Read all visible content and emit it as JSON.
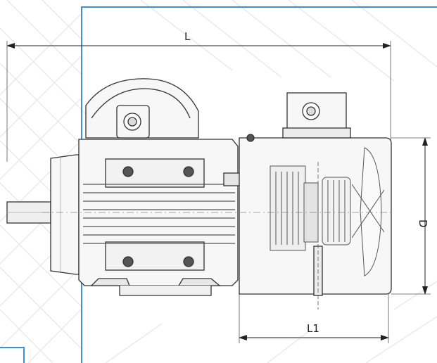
{
  "dimensions": {
    "overall_length_label": "L",
    "brake_length_label": "L1",
    "diameter_label": "D"
  },
  "colors": {
    "frame_accent": "#3f8fd6",
    "line": "#333333",
    "fill": "#f7f7f7",
    "shade": "#d4d4d4",
    "background_pattern": "#e6e6ea"
  }
}
